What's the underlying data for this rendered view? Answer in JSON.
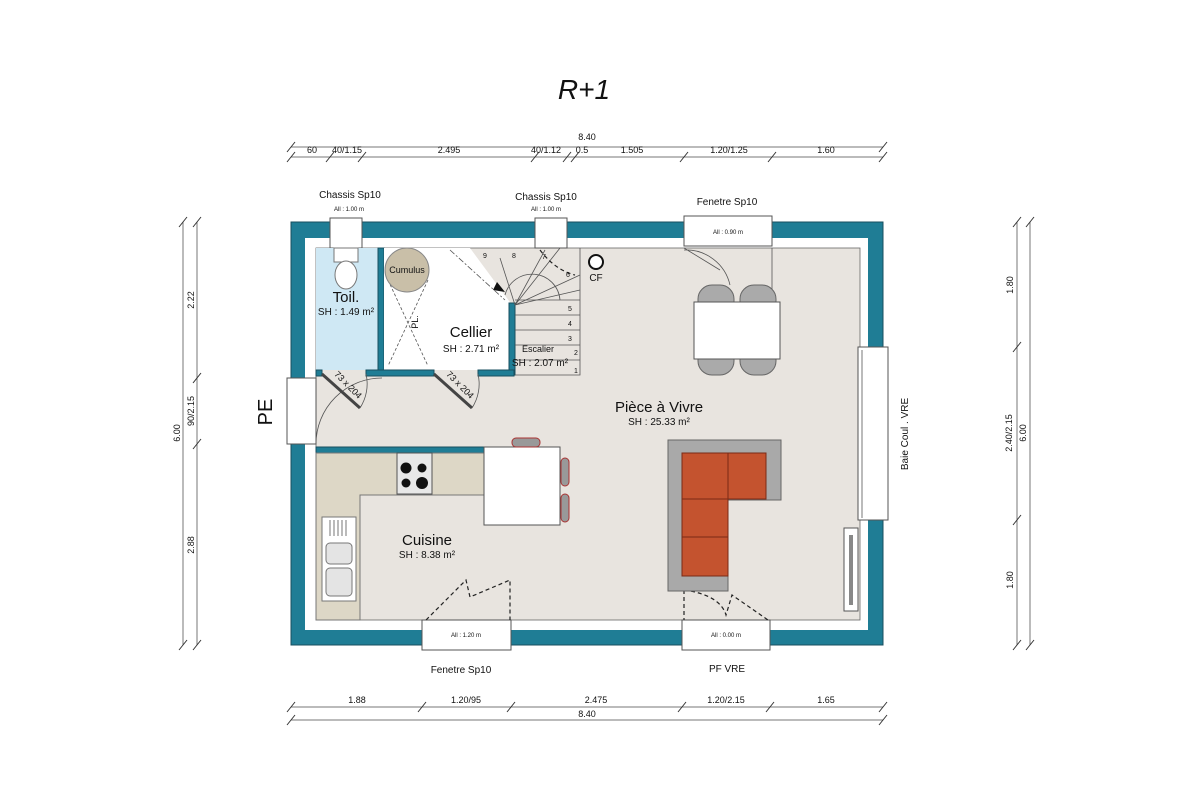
{
  "title": "R+1",
  "colors": {
    "wall": "#1f7d95",
    "floor": "#e8e4df",
    "wc": "#cfe8f4",
    "counter": "#ddd7c6",
    "sofa": "#c4532f",
    "sofa_frame": "#a9a9a9",
    "cumulus": "#c9bfa8"
  },
  "dimensions": {
    "top_total": "8.40",
    "top_segments": [
      "60",
      "40/1.15",
      "2.495",
      "40/1.12",
      "0.5",
      "1.505",
      "1.20/1.25",
      "1.60"
    ],
    "bottom_total": "8.40",
    "bottom_segments": [
      "1.88",
      "1.20/95",
      "2.475",
      "1.20/2.15",
      "1.65"
    ],
    "left_total": "6.00",
    "left_segments": [
      "2.22",
      "90/2.15",
      "2.88"
    ],
    "right_total": "6.00",
    "right_segments": [
      "1.80",
      "2.40/2.15",
      "1.80"
    ]
  },
  "openings": {
    "top_left": {
      "name": "Chassis Sp10",
      "height": "All : 1.00 m"
    },
    "top_mid": {
      "name": "Chassis Sp10",
      "height": "All : 1.00 m"
    },
    "top_right": {
      "name": "Fenetre Sp10",
      "height": "All : 0.90 m"
    },
    "bottom_left": {
      "name": "Fenetre Sp10",
      "height": "All : 1.20 m"
    },
    "bottom_right": {
      "name": "PF VRE",
      "height": "All : 0.00 m"
    },
    "right": {
      "name": "Baie Coul . VRE"
    },
    "left": {
      "name": "PE"
    },
    "door_wc": "73 x 204",
    "door_cellier": "73 x 204"
  },
  "rooms": {
    "toilet": {
      "name": "Toil.",
      "area": "SH : 1.49 m²"
    },
    "cellier": {
      "name": "Cellier",
      "area": "SH : 2.71 m²"
    },
    "escalier": {
      "name": "Escalier",
      "area": "SH : 2.07 m²"
    },
    "piece_a_vivre": {
      "name": "Pièce à Vivre",
      "area": "SH : 25.33 m²"
    },
    "cuisine": {
      "name": "Cuisine",
      "area": "SH : 8.38 m²"
    }
  },
  "fixtures": {
    "cumulus": "Cumulus",
    "placard": "PL.",
    "boiler": "CF",
    "stair_steps": [
      "1",
      "2",
      "3",
      "4",
      "5",
      "6",
      "7",
      "8",
      "9"
    ]
  }
}
